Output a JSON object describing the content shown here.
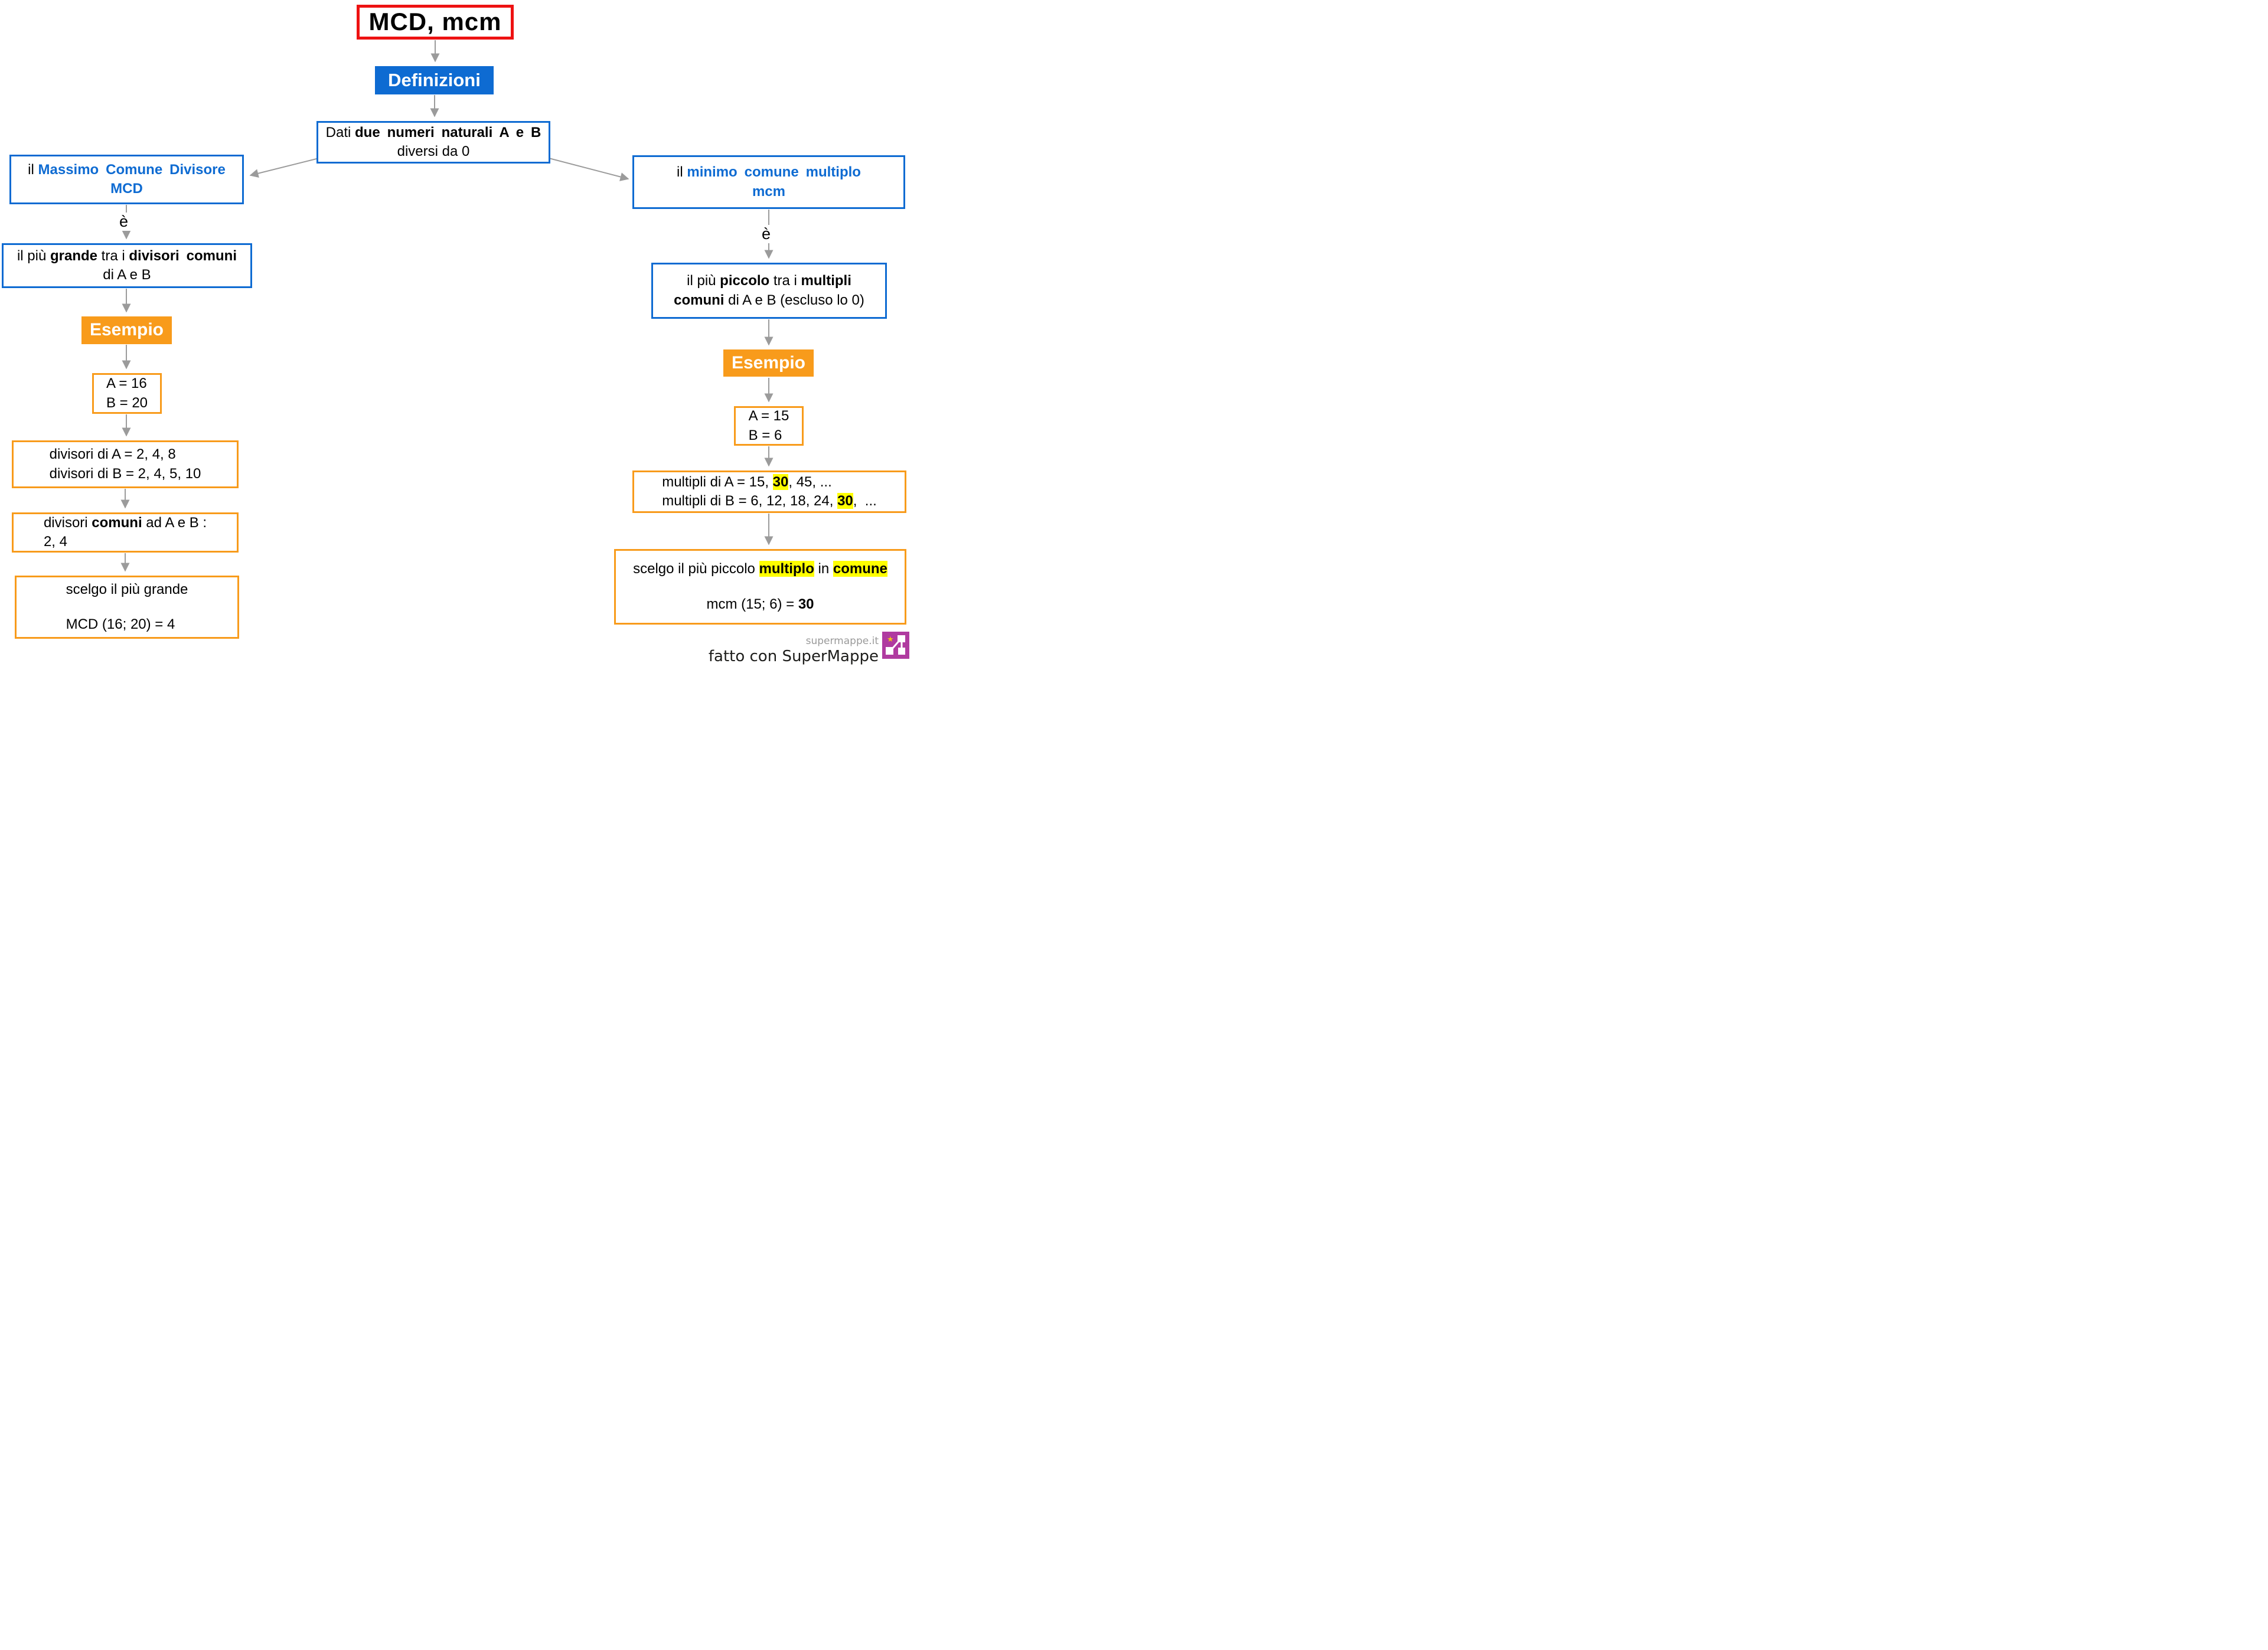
{
  "colors": {
    "red": "#ee1212",
    "blue": "#0e6bd2",
    "orange": "#f89b1b",
    "highlight": "#ffff00",
    "arrow": "#9b9b9b",
    "logo_magenta": "#b03ba0",
    "star_yellow": "#f0c419",
    "footer_text": "#1d1d1b",
    "footer_site": "#9a9a9a"
  },
  "nodes": {
    "root": {
      "label": "MCD, mcm"
    },
    "definizioni": {
      "label": "Definizioni"
    },
    "dati": {
      "pre": "Dati ",
      "bold": "due numeri naturali A e B",
      "line2": "diversi da 0"
    },
    "mcd": {
      "pre": "il ",
      "name": "Massimo Comune Divisore",
      "abbr": "MCD"
    },
    "edge_mcd": {
      "label": "è"
    },
    "grande": {
      "s1": "il più ",
      "s2": "grande",
      "s3": " tra i ",
      "s4": "divisori comuni",
      "line2": "di A e B"
    },
    "esempio_mcd": {
      "label": "Esempio"
    },
    "valori_mcd": {
      "line1": "A = 16",
      "line2": "B = 20"
    },
    "divisori": {
      "line1": "divisori di A = 2, 4, 8",
      "line2": "divisori di B = 2, 4, 5, 10"
    },
    "comuni": {
      "s1": "divisori ",
      "s2": "comuni",
      "s3": " ad A e B :",
      "line2": "2, 4"
    },
    "scelgo_mcd": {
      "line1": "scelgo il più grande",
      "line2": "MCD (16; 20) = 4"
    },
    "mcm": {
      "pre": "il ",
      "name": "minimo comune multiplo",
      "abbr": "mcm"
    },
    "edge_mcm": {
      "label": "è"
    },
    "piccolo": {
      "s1": "il più ",
      "s2": "piccolo",
      "s3": " tra i ",
      "s4": "multipli",
      "s5": "comuni",
      "s6": " di A e B (escluso lo 0)"
    },
    "esempio_mcm": {
      "label": "Esempio"
    },
    "valori_mcm": {
      "line1": "A = 15",
      "line2": "B = 6"
    },
    "multipli": {
      "a1": "multipli di A = 15, ",
      "a2": "30",
      "a3": ", 45, ...",
      "b1": "multipli di B = 6, 12, 18, 24, ",
      "b2": "30",
      "b3": ",  ..."
    },
    "scelgo_mcm": {
      "s1": "scelgo il più piccolo ",
      "s2": "multiplo",
      "s3": " in ",
      "s4": "comune",
      "r1": "mcm (15; 6) = ",
      "r2": "30"
    }
  },
  "footer": {
    "site": "supermappe.it",
    "credit": "fatto con SuperMappe"
  }
}
